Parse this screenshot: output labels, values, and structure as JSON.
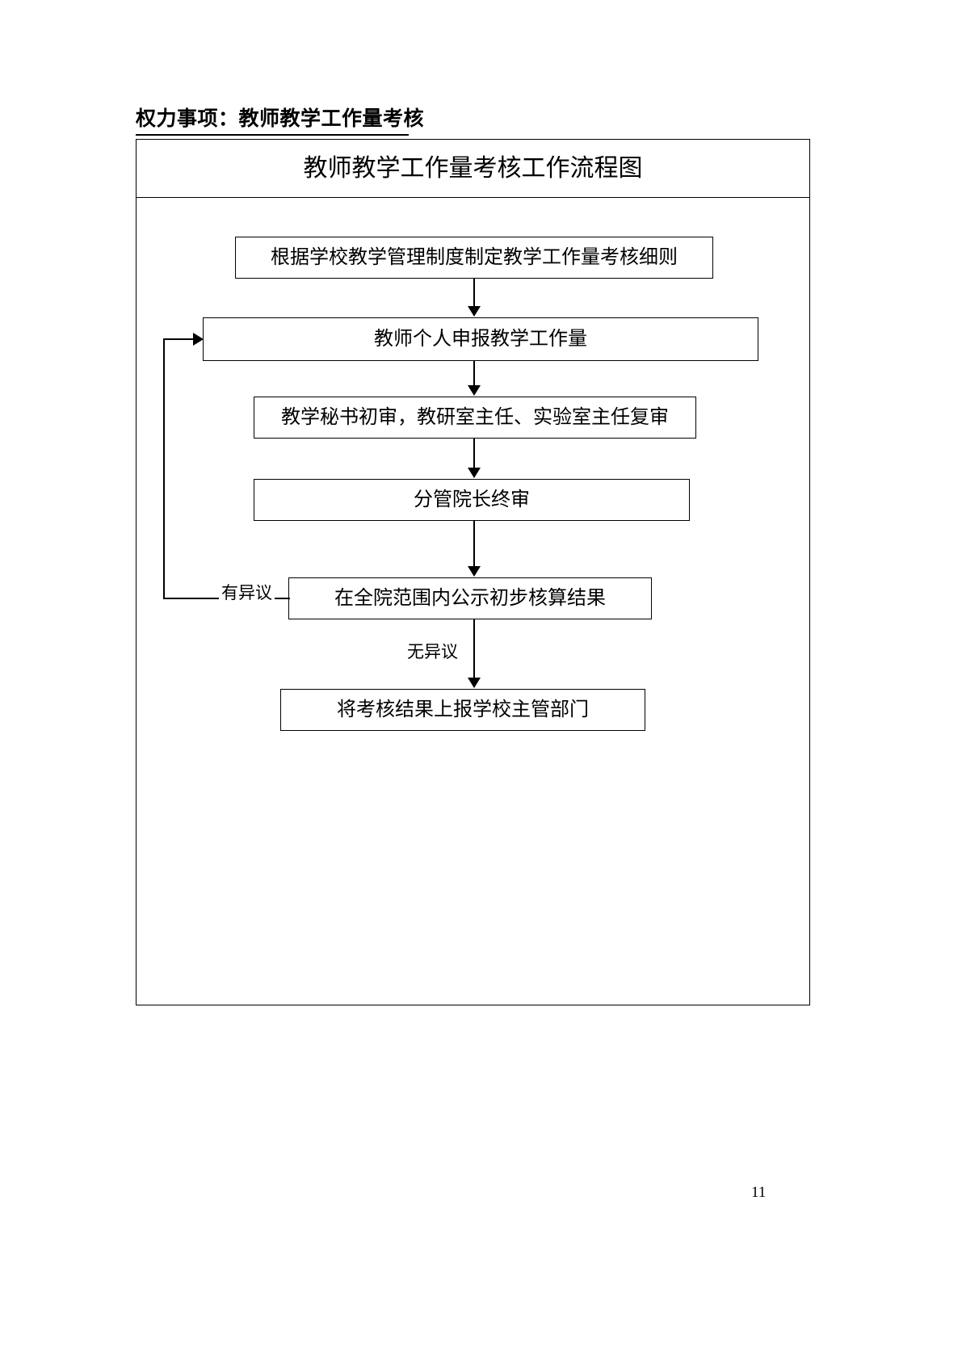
{
  "document": {
    "header_label": "权力事项：教师教学工作量考核",
    "page_number": "11"
  },
  "diagram": {
    "title": "教师教学工作量考核工作流程图",
    "type": "flowchart",
    "nodes": [
      {
        "id": "rules",
        "label": "根据学校教学管理制度制定教学工作量考核细则"
      },
      {
        "id": "declare",
        "label": "教师个人申报教学工作量"
      },
      {
        "id": "prereview",
        "label": "教学秘书初审，教研室主任、实验室主任复审"
      },
      {
        "id": "final",
        "label": "分管院长终审"
      },
      {
        "id": "publicize",
        "label": "在全院范围内公示初步核算结果"
      },
      {
        "id": "report",
        "label": "将考核结果上报学校主管部门"
      }
    ],
    "edges": [
      {
        "from": "rules",
        "to": "declare",
        "label": ""
      },
      {
        "from": "declare",
        "to": "prereview",
        "label": ""
      },
      {
        "from": "prereview",
        "to": "final",
        "label": ""
      },
      {
        "from": "final",
        "to": "publicize",
        "label": ""
      },
      {
        "from": "publicize",
        "to": "declare",
        "label": "有异议"
      },
      {
        "from": "publicize",
        "to": "report",
        "label": "无异议"
      }
    ],
    "edge_labels": {
      "objection": "有异议",
      "no_objection": "无异议"
    }
  }
}
